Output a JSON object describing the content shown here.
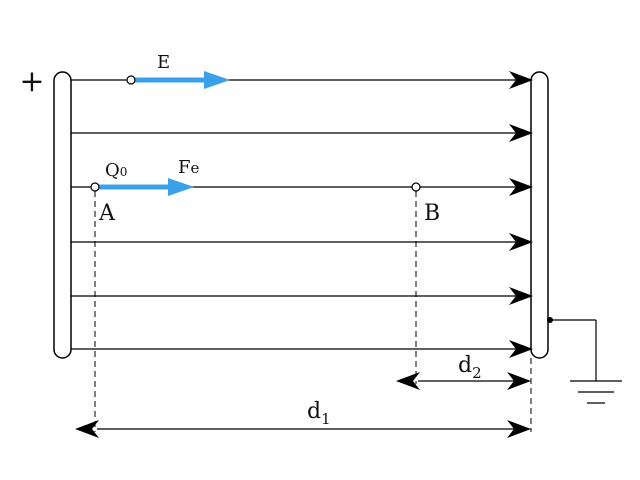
{
  "labels": {
    "plus": "+",
    "field": "E",
    "charge": "Q",
    "charge_sub": "0",
    "force": "F",
    "force_sub": "e",
    "point_a": "A",
    "point_b": "B",
    "dist_1": "d",
    "dist_1_sub": "1",
    "dist_2": "d",
    "dist_2_sub": "2"
  },
  "colors": {
    "vector": "#3aa0e8",
    "line": "#000000"
  },
  "field_lines": 6
}
